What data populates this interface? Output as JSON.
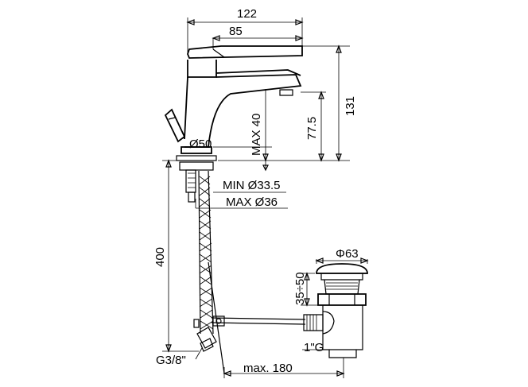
{
  "dimensions": {
    "width_total": "122",
    "width_handle": "85",
    "height_total": "131",
    "height_spout": "77.5",
    "deck_max": "MAX 40",
    "base_diameter": "Ø50",
    "hole_min": "MIN Ø33.5",
    "hole_max": "MAX Ø36",
    "hose_length": "400",
    "hose_thread": "G3/8\"",
    "waste_diameter": "Φ63",
    "waste_range": "35÷50",
    "waste_thread": "1\"G",
    "rod_length": "max. 180"
  }
}
